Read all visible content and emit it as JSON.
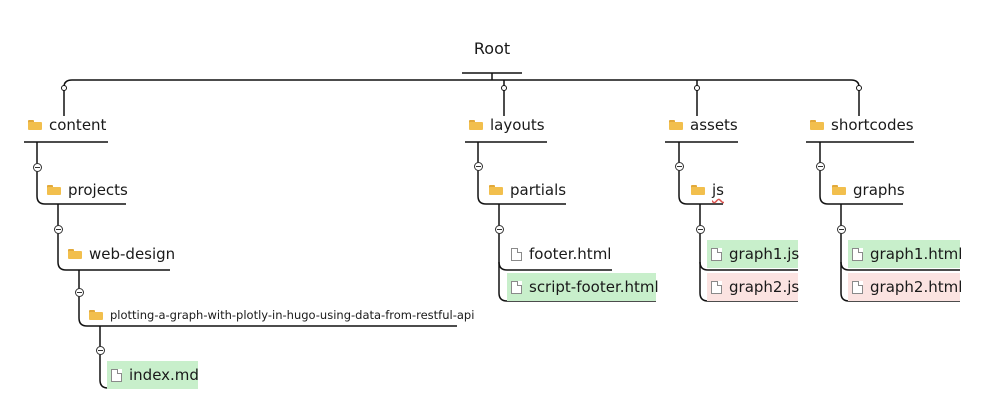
{
  "root": {
    "label": "Root"
  },
  "branches": {
    "content": {
      "label": "content",
      "projects": {
        "label": "projects",
        "web_design": {
          "label": "web-design",
          "post": {
            "label": "plotting-a-graph-with-plotly-in-hugo-using-data-from-restful-api",
            "file": "index.md"
          }
        }
      }
    },
    "layouts": {
      "label": "layouts",
      "partials": {
        "label": "partials",
        "files": [
          "footer.html",
          "script-footer.html"
        ]
      }
    },
    "assets": {
      "label": "assets",
      "js": {
        "label": "js",
        "files": [
          "graph1.js",
          "graph2.js"
        ]
      }
    },
    "shortcodes": {
      "label": "shortcodes",
      "graphs": {
        "label": "graphs",
        "files": [
          "graph1.html",
          "graph2.html"
        ]
      }
    }
  },
  "colors": {
    "line": "#111111",
    "added_highlight": "#c8efcb",
    "removed_highlight": "#fbe3e1",
    "folder": "#f2bf4d"
  }
}
